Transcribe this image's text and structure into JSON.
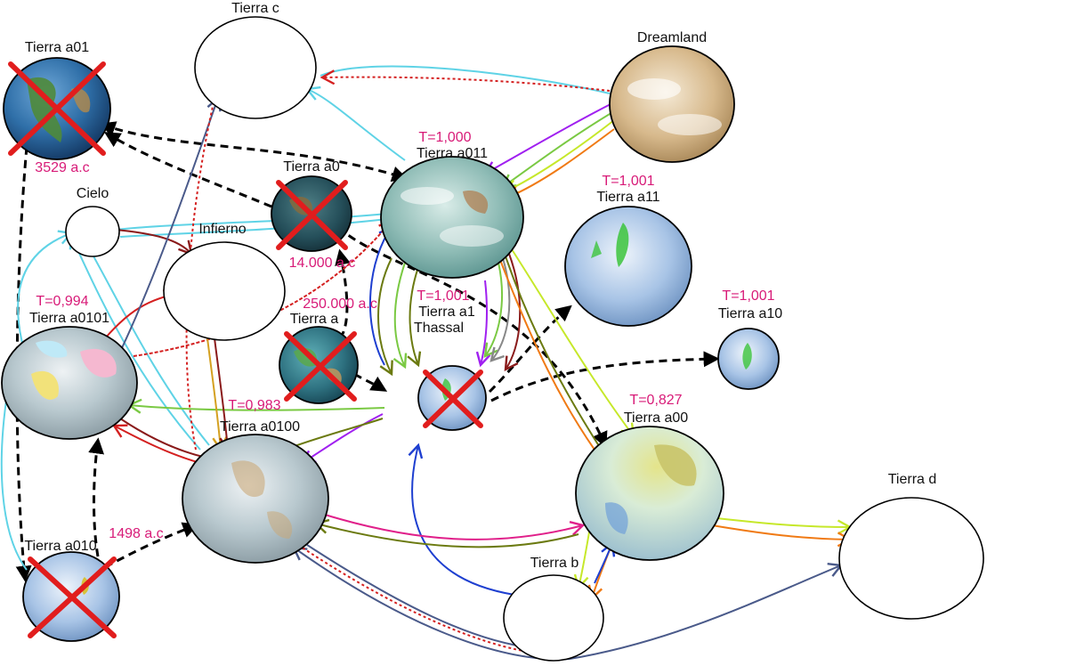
{
  "nodes": {
    "tierra_a01": {
      "name": "Tierra a01",
      "note": "3529 a.c"
    },
    "tierra_c": {
      "name": "Tierra c"
    },
    "dreamland": {
      "name": "Dreamland"
    },
    "tierra_a0": {
      "name": "Tierra a0",
      "note": "14.000 a.c"
    },
    "tierra_a011": {
      "name": "Tierra a011",
      "t": "T=1,000"
    },
    "tierra_a11": {
      "name": "Tierra a11",
      "t": "T=1,001"
    },
    "cielo": {
      "name": "Cielo"
    },
    "infierno": {
      "name": "Infierno"
    },
    "tierra_a10": {
      "name": "Tierra a10",
      "t": "T=1,001"
    },
    "tierra_a0101": {
      "name": "Tierra a0101",
      "t": "T=0,994"
    },
    "tierra_a": {
      "name": "Tierra a",
      "note": "250.000 a.c"
    },
    "tierra_a1": {
      "name": "Tierra a1",
      "t": "T=1,001",
      "subtitle": "Thassal"
    },
    "tierra_a0100": {
      "name": "Tierra a0100",
      "t": "T=0,983"
    },
    "tierra_a00": {
      "name": "Tierra a00",
      "t": "T=0,827"
    },
    "tierra_a010": {
      "name": "Tierra a010",
      "note": "1498 a.c"
    },
    "tierra_d": {
      "name": "Tierra d"
    },
    "tierra_b": {
      "name": "Tierra b"
    }
  },
  "colors": {
    "annotation": "#d81b78",
    "cross": "#e11d1d",
    "cyan": "#5fd3e6",
    "purple": "#a020f0",
    "green": "#7ac943",
    "olive": "#6b7a10",
    "orange": "#f07a14",
    "lime": "#c6e82a",
    "blue": "#1e3fd0",
    "red": "#d42020",
    "darkred": "#8a1a1a",
    "magenta": "#e0208a",
    "navy": "#4a5a8a"
  },
  "icons": {
    "destroyed": "red-x-cross-icon",
    "world": "globe-icon"
  }
}
